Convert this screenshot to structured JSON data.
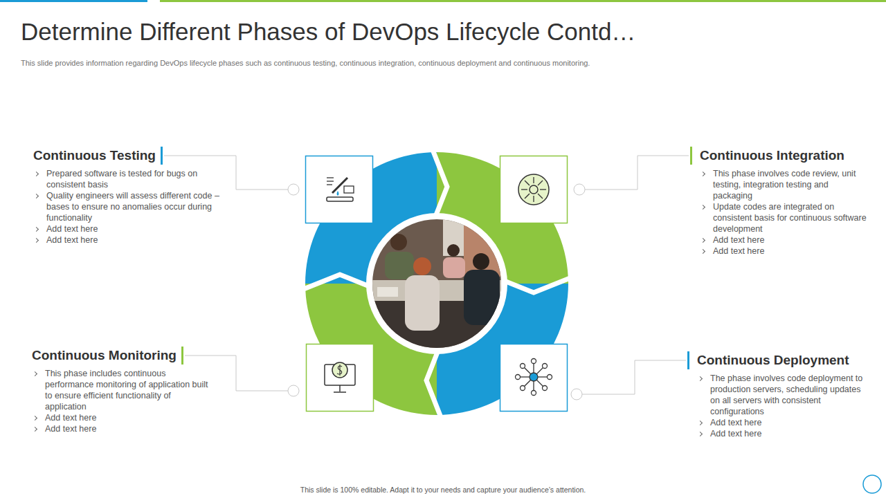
{
  "diagram": {
    "title": "Determine Different Phases of DevOps Lifecycle Contd…",
    "nodes": [
      {
        "text": [
          "Continuous Testing",
          "Prepared software is tested for bugs on consistent basis",
          "Quality engineers will assess different code – bases to ensure no anomalies occur during functionality",
          "Add text here",
          "Add text here"
        ]
      },
      {
        "text": [
          "Continuous Integration",
          "This phase involves code review, unit testing, integration testing and packaging",
          "Update codes are integrated on consistent basis for continuous software development",
          "Add text here",
          "Add text here"
        ]
      },
      {
        "text": [
          "Continuous Monitoring",
          "This phase includes continuous performance monitoring of application built to ensure efficient functionality of application",
          "Add text here",
          "Add text here"
        ]
      },
      {
        "text": [
          "Continuous Deployment",
          "The phase involves code deployment to production servers, scheduling updates on all servers with consistent configurations",
          "Add text here",
          "Add text here"
        ]
      }
    ],
    "labels": [
      "This slide provides information regarding DevOps lifecycle phases such as continuous testing, continuous integration, continuous deployment and continuous monitoring.",
      "This slide is 100% editable. Adapt it to your needs and capture your audience’s attention."
    ]
  }
}
